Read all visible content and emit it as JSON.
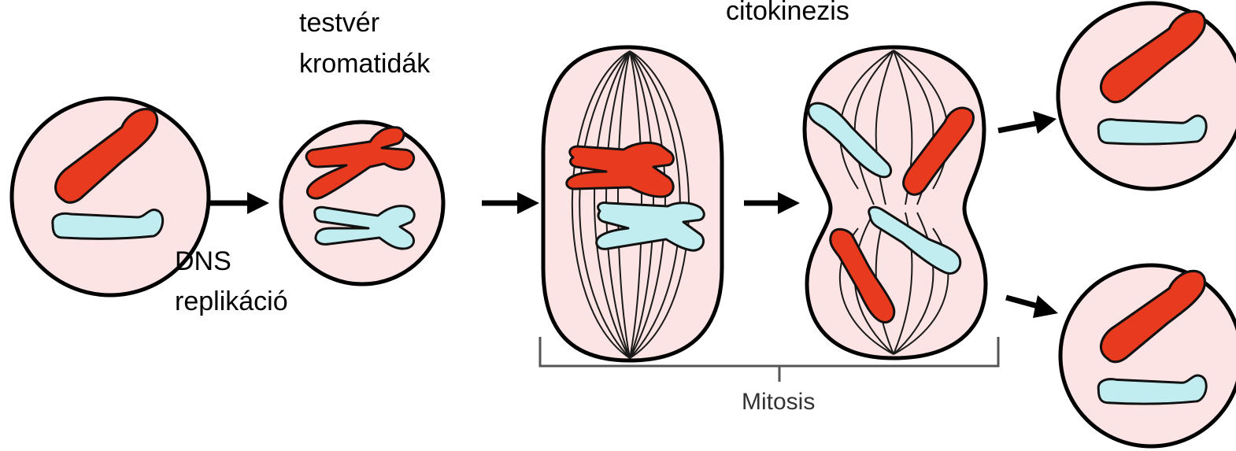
{
  "colors": {
    "cell_fill": "#fde4e4",
    "cell_outline": "#000000",
    "red_chromosome": "#e83a1f",
    "blue_chromosome": "#c2edf0",
    "arrow": "#000000"
  },
  "labels": {
    "sister_chromatids_line1": "testvér",
    "sister_chromatids_line2": "kromatidák",
    "cytokinesis": "citokinezis",
    "dna_replication_line1": "DNS",
    "dna_replication_line2": "replikáció",
    "mitosis": "Mitosis"
  },
  "stages": [
    "parent-cell",
    "replicated-cell",
    "metaphase-cell",
    "anaphase-cell",
    "daughter-cell-top",
    "daughter-cell-bottom"
  ],
  "icons": [
    "arrow-icon",
    "bracket-icon"
  ]
}
